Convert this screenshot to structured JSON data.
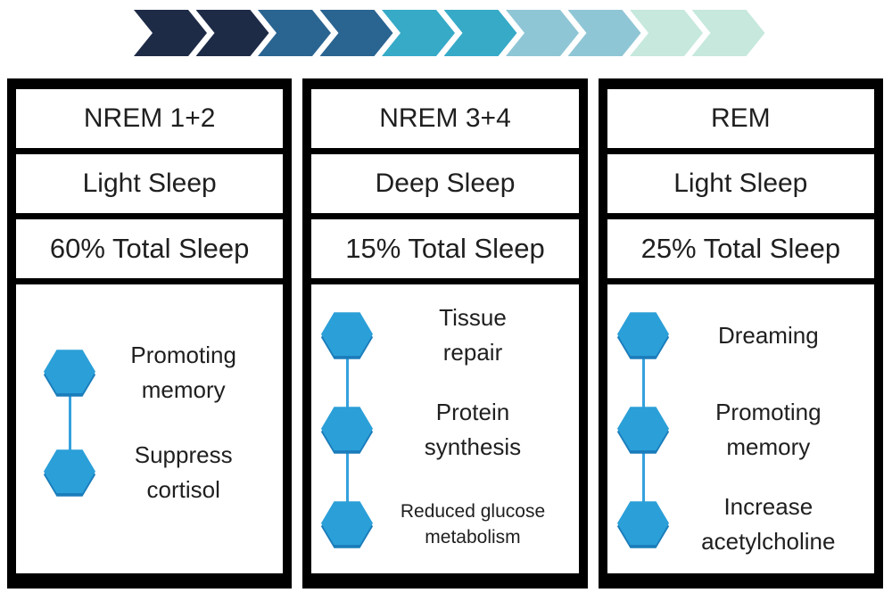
{
  "chevrons": {
    "count": 10,
    "colors": [
      "#1e2b47",
      "#1e2b47",
      "#2a6491",
      "#2a6491",
      "#36aac7",
      "#36aac7",
      "#8fc6d6",
      "#8fc6d6",
      "#c6e8dd",
      "#c6e8dd"
    ]
  },
  "palette": {
    "card_frame": "#000000",
    "row_background": "#ffffff",
    "text": "#1f1f1f",
    "hexagon_fill": "#2b9fd8",
    "hexagon_bevel": "#1a7cba",
    "connector_line": "#35a1de"
  },
  "columns": [
    {
      "stage": "NREM 1+2",
      "depth": "Light Sleep",
      "percent": "60% Total Sleep",
      "features": [
        {
          "label": "Promoting\nmemory"
        },
        {
          "label": "Suppress\ncortisol"
        }
      ]
    },
    {
      "stage": "NREM 3+4",
      "depth": "Deep Sleep",
      "percent": "15% Total Sleep",
      "features": [
        {
          "label": "Tissue\nrepair"
        },
        {
          "label": "Protein\nsynthesis"
        },
        {
          "label": "Reduced glucose\nmetabolism"
        }
      ]
    },
    {
      "stage": "REM",
      "depth": "Light Sleep",
      "percent": "25% Total Sleep",
      "features": [
        {
          "label": "Dreaming"
        },
        {
          "label": "Promoting\nmemory"
        },
        {
          "label": "Increase\nacetylcholine"
        }
      ]
    }
  ]
}
